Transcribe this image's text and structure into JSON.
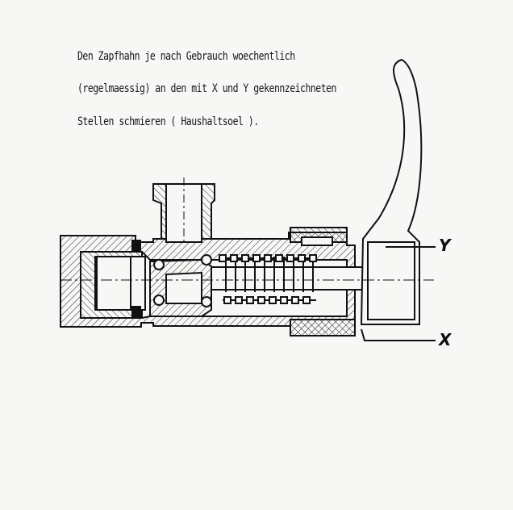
{
  "instructions": {
    "line1": "Den Zapfhahn je nach Gebrauch woechentlich",
    "line2": "(regelmaessig) an den mit  X  und  Y   gekennzeichneten",
    "line3": "Stellen schmieren ( Haushaltsoel )."
  },
  "labels": {
    "y": "Y",
    "x": "X"
  },
  "colors": {
    "ink": "#111111",
    "paper": "#f7f7f6"
  }
}
